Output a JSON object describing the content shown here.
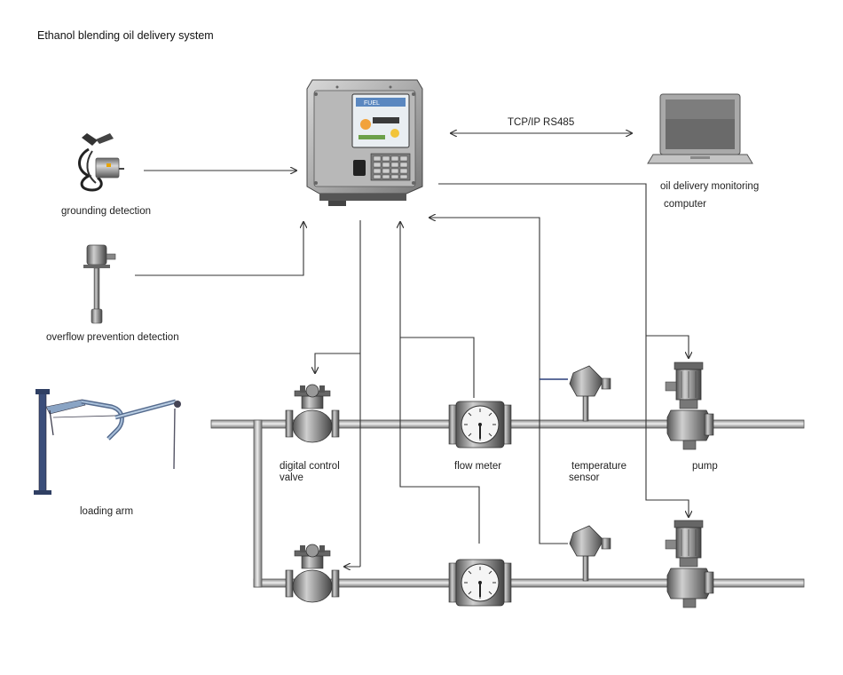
{
  "title": "Ethanol blending oil delivery system",
  "connection_label": "TCP/IP RS485",
  "labels": {
    "grounding": "grounding detection",
    "overflow": "overflow prevention detection",
    "loading_arm": "loading arm",
    "monitor_line1": "oil delivery monitoring",
    "monitor_line2": "computer",
    "valve_line1": "digital control",
    "valve_line2": "valve",
    "flow_meter": "flow meter",
    "temp_line1": "temperature",
    "temp_line2": "sensor",
    "pump": "pump"
  },
  "controller_screen_brand": "FUEL"
}
